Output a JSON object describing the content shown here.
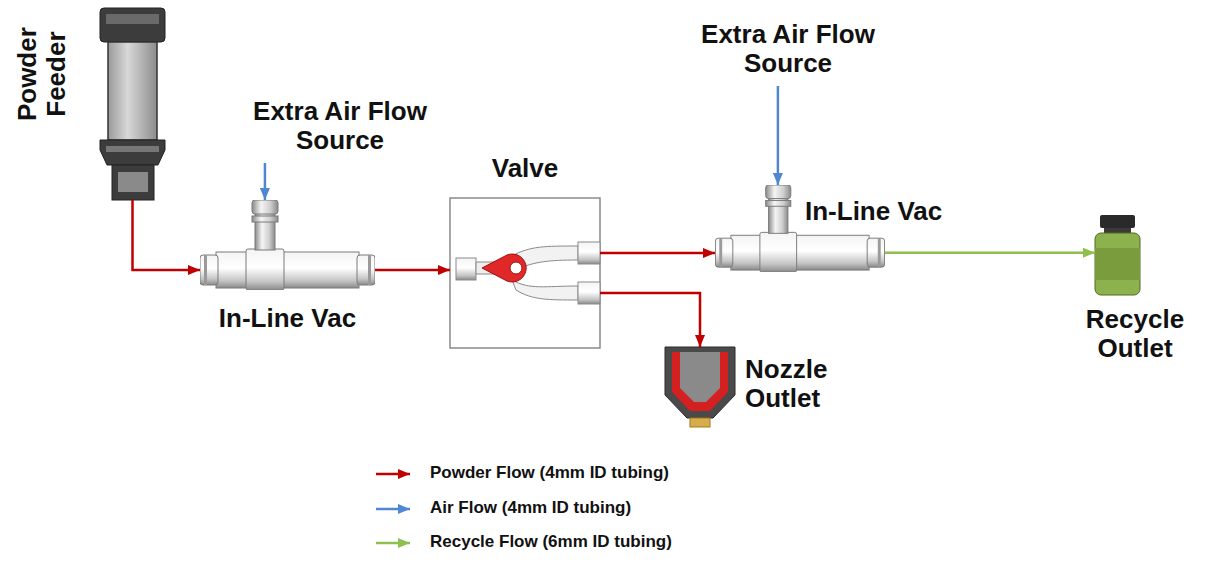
{
  "diagram": {
    "nodes": [
      {
        "text": [
          "Powder Feeder"
        ]
      },
      {
        "text": [
          "Extra Air Flow Source"
        ]
      },
      {
        "text": [
          "In-Line Vac"
        ]
      },
      {
        "text": [
          "Valve"
        ]
      },
      {
        "text": [
          "Extra Air Flow Source"
        ]
      },
      {
        "text": [
          "In-Line Vac"
        ]
      },
      {
        "text": [
          "Nozzle Outlet"
        ]
      },
      {
        "text": [
          "Recycle Outlet"
        ]
      }
    ],
    "edges": [
      {
        "from": 0,
        "to": 2,
        "arrow": "to"
      },
      {
        "from": 1,
        "to": 2,
        "arrow": "to"
      },
      {
        "from": 2,
        "to": 3,
        "arrow": "to"
      },
      {
        "from": 3,
        "to": 5,
        "arrow": "to"
      },
      {
        "from": 3,
        "to": 6,
        "arrow": "to"
      },
      {
        "from": 4,
        "to": 5,
        "arrow": "to"
      },
      {
        "from": 5,
        "to": 7,
        "arrow": "to"
      }
    ],
    "legend": [
      {
        "text": "Powder Flow (4mm ID tubing)"
      },
      {
        "text": "Air Flow (4mm ID tubing)"
      },
      {
        "text": "Recycle Flow (6mm ID tubing)"
      }
    ]
  }
}
